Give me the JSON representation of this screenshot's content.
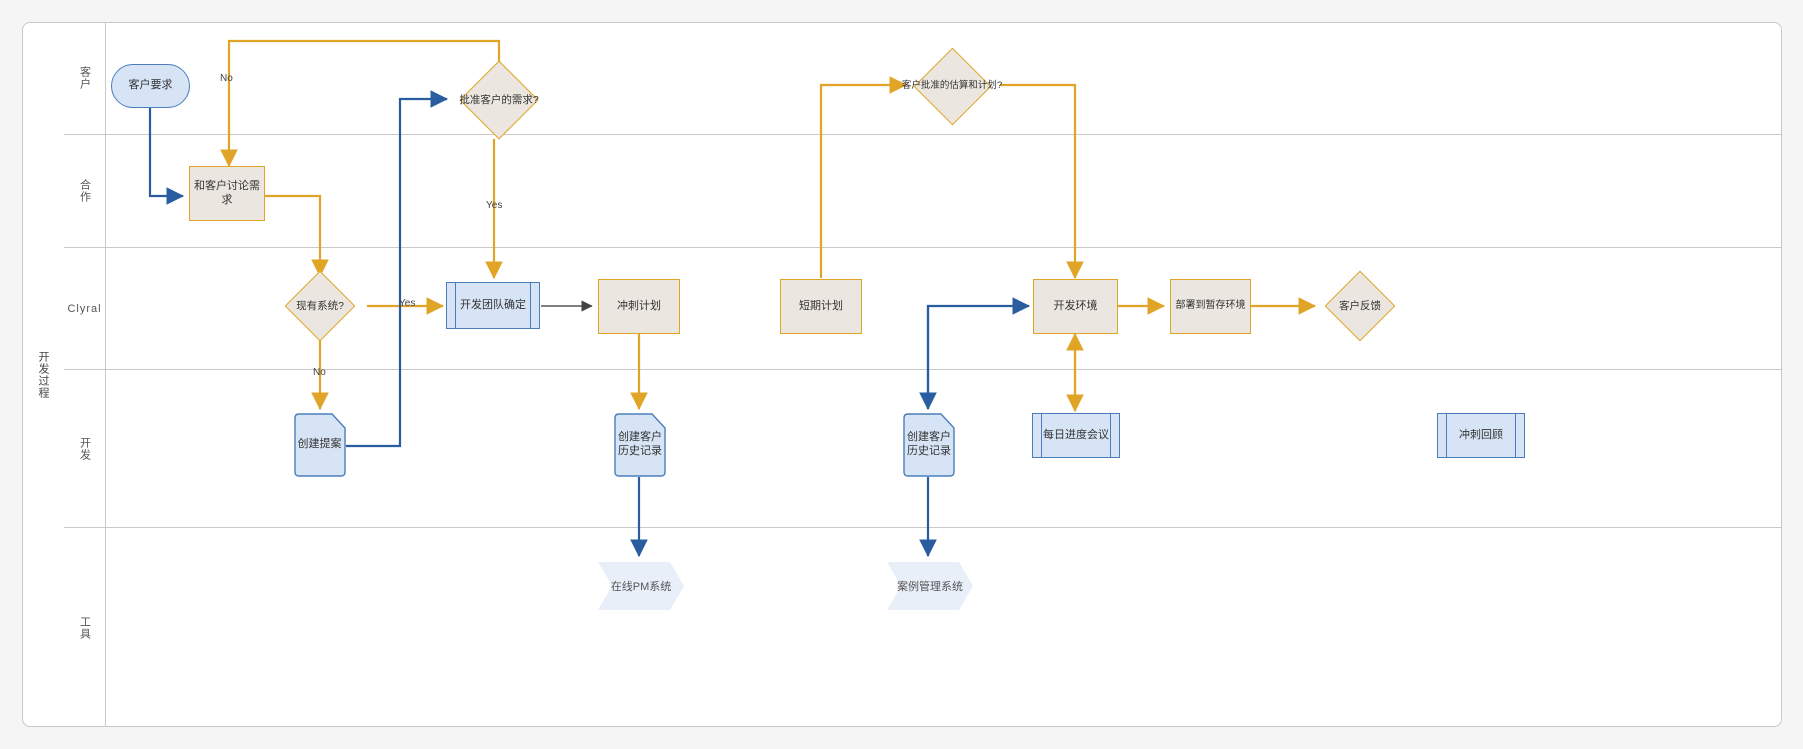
{
  "pool": {
    "title": "开发过程"
  },
  "lanes": [
    {
      "id": "lane-customer",
      "label": "客户"
    },
    {
      "id": "lane-cooperation",
      "label": "合作"
    },
    {
      "id": "lane-clyral",
      "label": "Clyral",
      "latin": true
    },
    {
      "id": "lane-development",
      "label": "开发"
    },
    {
      "id": "lane-tools",
      "label": "工具"
    }
  ],
  "nodes": {
    "customer_request": "客户要求",
    "discuss_requirements": "和客户讨论需求",
    "approve_requirements": "批准客户的需求?",
    "existing_system": "现有系统?",
    "dev_team_confirm": "开发团队确定",
    "sprint_plan": "冲刺计划",
    "create_proposal": "创建提案",
    "create_client_history_1": "创建客户历史记录",
    "online_pm_system": "在线PM系统",
    "short_term_plan": "短期计划",
    "customer_approve_estimate": "客户批准的估算和计划?",
    "dev_environment": "开发环境",
    "deploy_staging": "部署到暂存环境",
    "customer_feedback": "客户反馈",
    "create_client_history_2": "创建客户历史记录",
    "case_management_system": "案例管理系统",
    "daily_progress_meeting": "每日进度会议",
    "sprint_retrospective": "冲刺回顾"
  },
  "edge_labels": {
    "no_top": "No",
    "yes_mid": "Yes",
    "no_left": "No",
    "yes_left": "Yes"
  },
  "colors": {
    "orange_line": "#e0a526",
    "blue_line": "#2a5d9f",
    "gray_line": "#666666",
    "blue_fill": "#d6e4f5",
    "blue_stroke": "#4a7ebb",
    "beige_fill": "#ebe7e0",
    "chevron_fill": "#e8eff9",
    "lane_border": "#c9c9c9",
    "background": "#f5f5f5"
  }
}
